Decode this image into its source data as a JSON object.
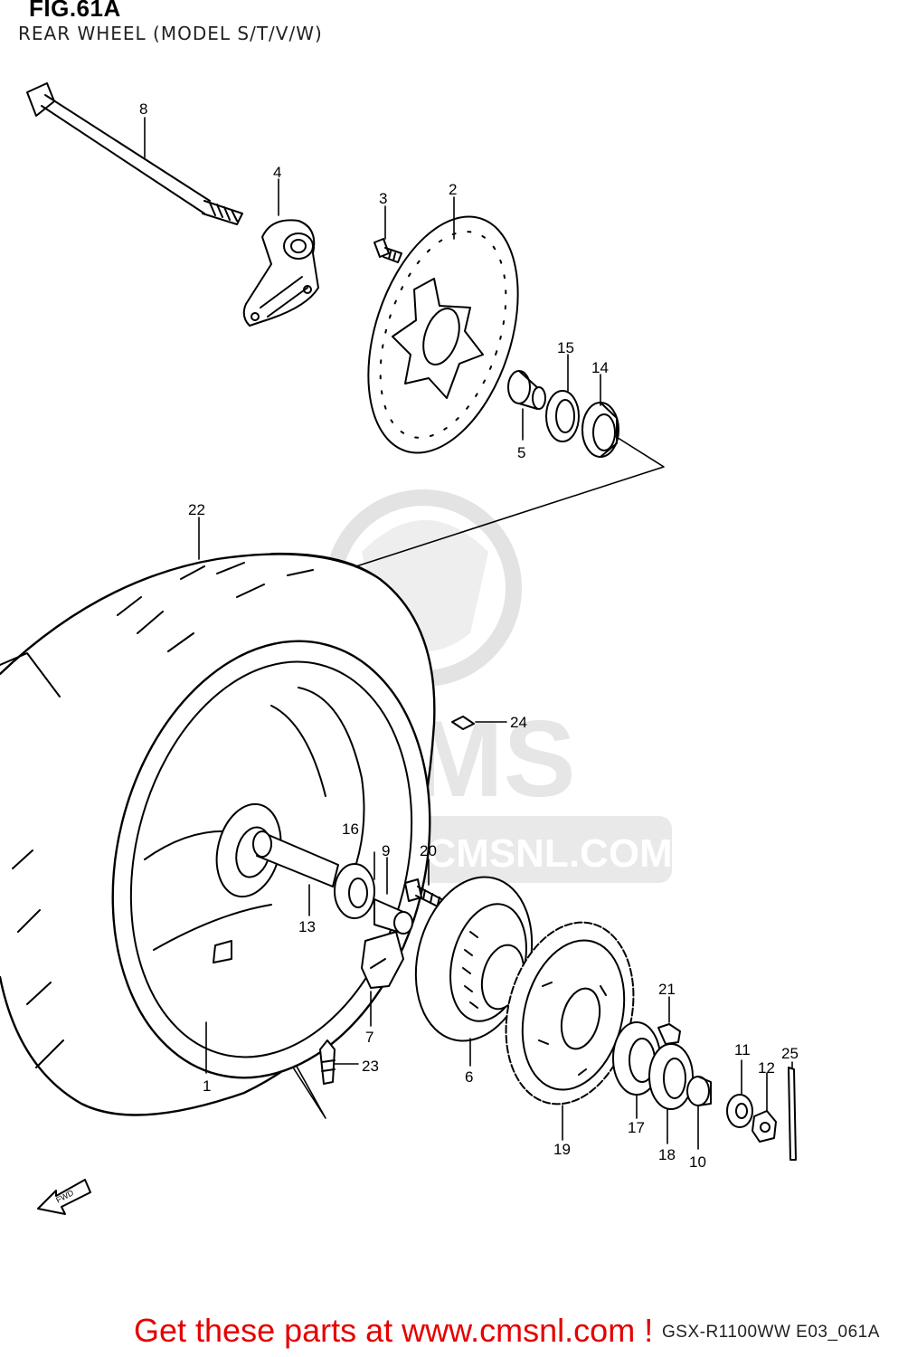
{
  "figure": {
    "title": "FIG.61A",
    "subtitle": "REAR WHEEL (MODEL S/T/V/W)",
    "model_code": "GSX-R1100WW  E03_061A"
  },
  "watermark": {
    "brand": "CMS",
    "url": "WWW.CMSNL.COM",
    "color": "#e3e3e3"
  },
  "cta": {
    "text": "Get these parts at www.cmsnl.com !",
    "color": "#e60000"
  },
  "fwd_arrow": {
    "label": "FWD"
  },
  "callouts": [
    {
      "id": "1",
      "label": "1"
    },
    {
      "id": "2",
      "label": "2"
    },
    {
      "id": "3",
      "label": "3"
    },
    {
      "id": "4",
      "label": "4"
    },
    {
      "id": "5",
      "label": "5"
    },
    {
      "id": "6",
      "label": "6"
    },
    {
      "id": "7",
      "label": "7"
    },
    {
      "id": "8",
      "label": "8"
    },
    {
      "id": "9",
      "label": "9"
    },
    {
      "id": "10",
      "label": "10"
    },
    {
      "id": "11",
      "label": "11"
    },
    {
      "id": "12",
      "label": "12"
    },
    {
      "id": "13",
      "label": "13"
    },
    {
      "id": "14",
      "label": "14"
    },
    {
      "id": "15",
      "label": "15"
    },
    {
      "id": "16",
      "label": "16"
    },
    {
      "id": "17",
      "label": "17"
    },
    {
      "id": "18",
      "label": "18"
    },
    {
      "id": "19",
      "label": "19"
    },
    {
      "id": "20",
      "label": "20"
    },
    {
      "id": "21",
      "label": "21"
    },
    {
      "id": "22",
      "label": "22"
    },
    {
      "id": "23",
      "label": "23"
    },
    {
      "id": "24",
      "label": "24"
    },
    {
      "id": "25",
      "label": "25"
    }
  ]
}
